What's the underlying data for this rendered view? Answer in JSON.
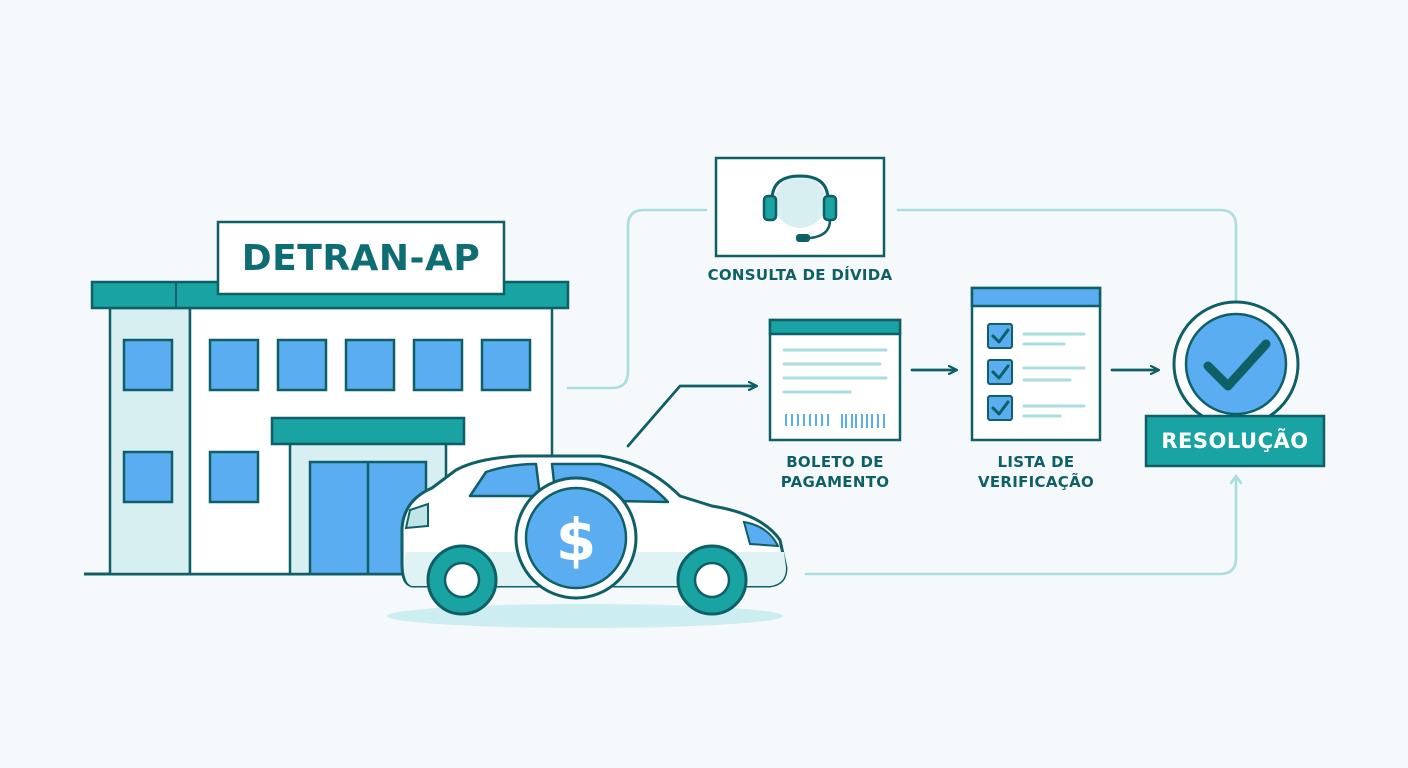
{
  "building": {
    "sign": "DETRAN-AP"
  },
  "steps": {
    "consulta": "CONSULTA DE DÍVIDA",
    "boleto_line1": "BOLETO DE",
    "boleto_line2": "PAGAMENTO",
    "lista_line1": "LISTA DE",
    "lista_line2": "VERIFICAÇÃO",
    "resolucao": "RESOLUÇÃO"
  },
  "icons": {
    "headset": "headset-icon",
    "dollar": "dollar-icon",
    "check": "checkmark-icon",
    "barcode": "barcode-icon"
  },
  "colors": {
    "teal_dark": "#0e6d73",
    "teal": "#1aa3a3",
    "blue": "#5aadf0",
    "light_teal": "#bfe5e8",
    "line": "#a9dde0",
    "background": "#f6f9fb"
  }
}
